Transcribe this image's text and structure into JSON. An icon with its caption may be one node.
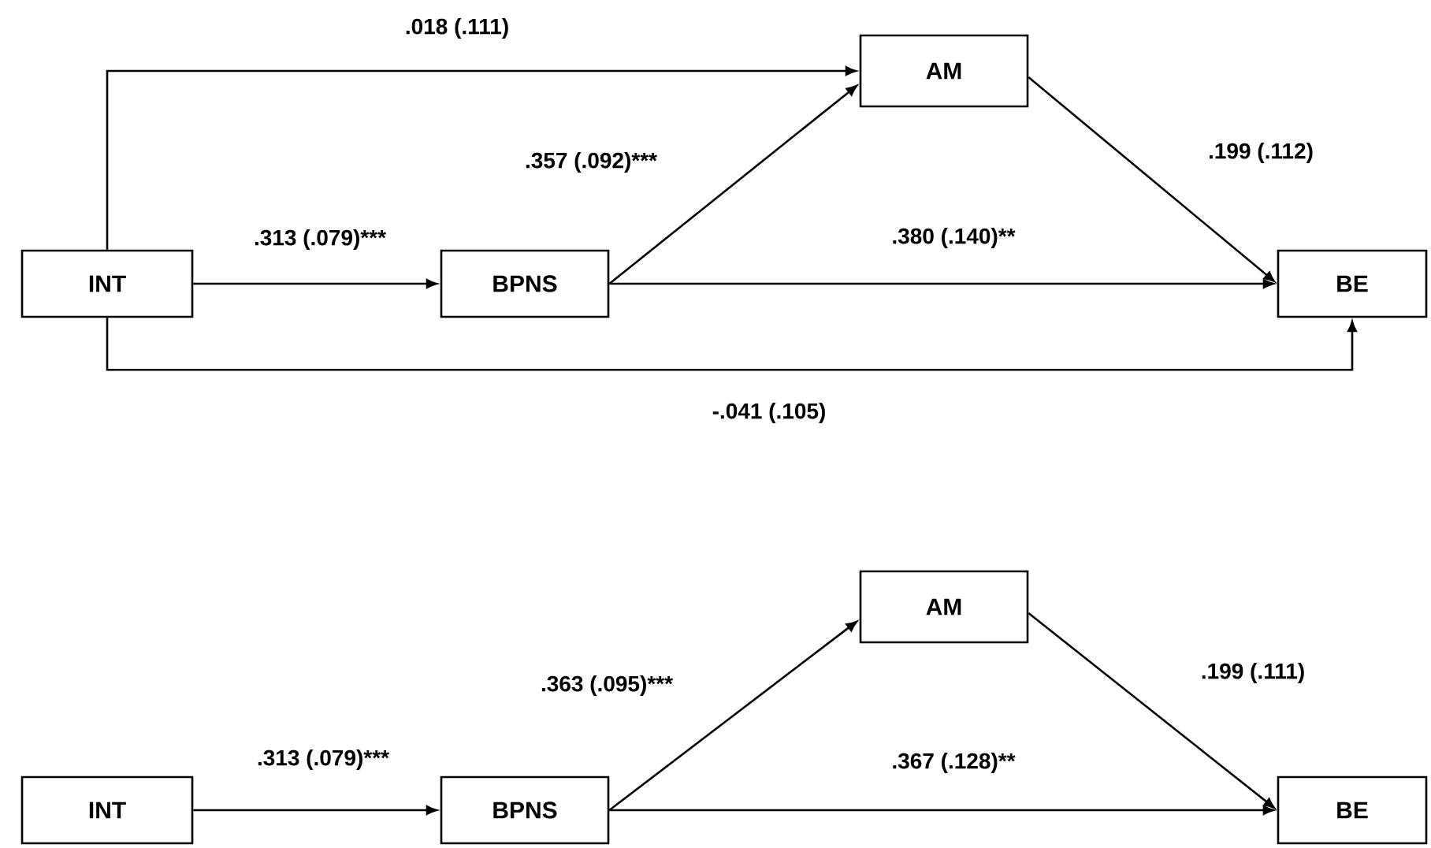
{
  "diagram": {
    "nodes": [
      {
        "text": [
          "INT"
        ]
      },
      {
        "text": [
          "BPNS"
        ]
      },
      {
        "text": [
          "AM"
        ]
      },
      {
        "text": [
          "BE"
        ]
      },
      {
        "text": [
          "INT"
        ]
      },
      {
        "text": [
          "BPNS"
        ]
      },
      {
        "text": [
          "AM"
        ]
      },
      {
        "text": [
          "BE"
        ]
      }
    ],
    "edges": [
      {
        "from": 0,
        "to": 2,
        "arrow": "to",
        "label": ".018 (.111)"
      },
      {
        "from": 0,
        "to": 1,
        "arrow": "to",
        "label": ".313 (.079)***"
      },
      {
        "from": 1,
        "to": 2,
        "arrow": "to",
        "label": ".357 (.092)***"
      },
      {
        "from": 2,
        "to": 3,
        "arrow": "to",
        "label": ".199 (.112)"
      },
      {
        "from": 1,
        "to": 3,
        "arrow": "to",
        "label": ".380 (.140)**"
      },
      {
        "from": 0,
        "to": 3,
        "arrow": "to",
        "label": "-.041 (.105)"
      },
      {
        "from": 4,
        "to": 5,
        "arrow": "to",
        "label": ".313 (.079)***"
      },
      {
        "from": 5,
        "to": 6,
        "arrow": "to",
        "label": ".363 (.095)***"
      },
      {
        "from": 6,
        "to": 7,
        "arrow": "to",
        "label": ".199 (.111)"
      },
      {
        "from": 5,
        "to": 7,
        "arrow": "to",
        "label": ".367 (.128)**"
      }
    ]
  }
}
